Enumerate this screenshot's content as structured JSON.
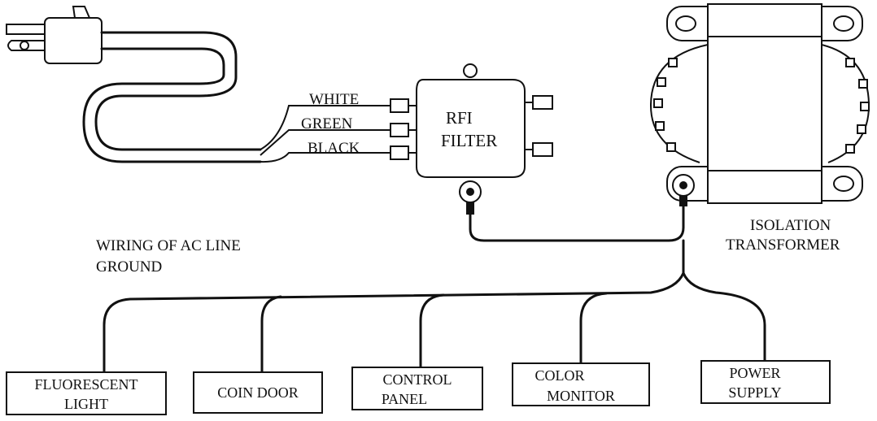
{
  "wires": {
    "white": "WHITE",
    "green": "GREEN",
    "black": "BLACK"
  },
  "filter": {
    "line1": "RFI",
    "line2": "FILTER"
  },
  "transformer": {
    "line1": "ISOLATION",
    "line2": "TRANSFORMER"
  },
  "caption": {
    "line1": "WIRING OF AC LINE",
    "line2": "GROUND"
  },
  "destinations": [
    {
      "line1": "FLUORESCENT",
      "line2": "LIGHT"
    },
    {
      "line1": "COIN DOOR",
      "line2": ""
    },
    {
      "line1": "CONTROL",
      "line2": "PANEL"
    },
    {
      "line1": "COLOR",
      "line2": "MONITOR"
    },
    {
      "line1": "POWER",
      "line2": "SUPPLY"
    }
  ]
}
